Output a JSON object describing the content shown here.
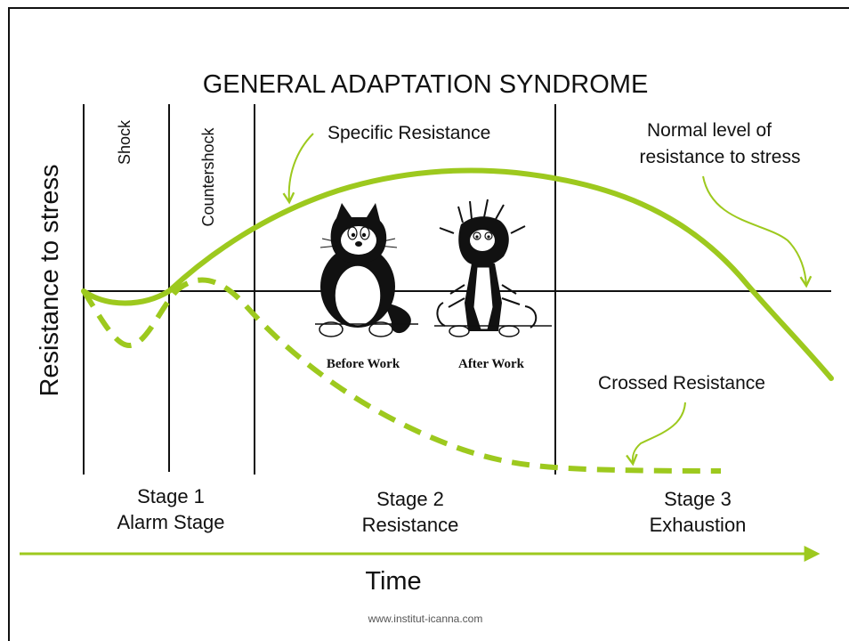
{
  "title": "GENERAL ADAPTATION SYNDROME",
  "y_axis_label": "Resistance to stress",
  "x_axis_label": "Time",
  "phases": {
    "shock": "Shock",
    "countershock": "Countershock"
  },
  "annotations": {
    "specific_resistance": "Specific Resistance",
    "normal_level_line1": "Normal level of",
    "normal_level_line2": "resistance to stress",
    "crossed_resistance": "Crossed Resistance"
  },
  "stages": [
    {
      "number": "Stage 1",
      "name": "Alarm Stage"
    },
    {
      "number": "Stage 2",
      "name": "Resistance"
    },
    {
      "number": "Stage 3",
      "name": "Exhaustion"
    }
  ],
  "cartoons": {
    "before": "Before Work",
    "after": "After Work"
  },
  "footer": "www.institut-icanna.com",
  "colors": {
    "curve": "#9dc91e",
    "line": "#111111"
  }
}
